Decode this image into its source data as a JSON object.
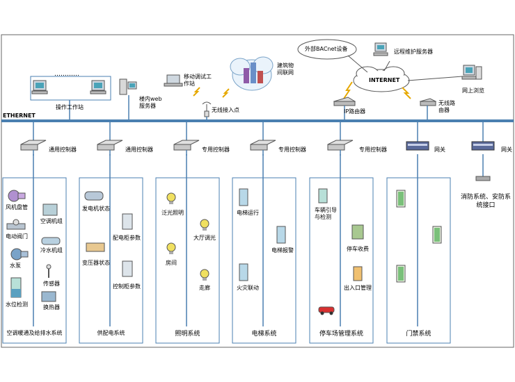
{
  "network": {
    "ethernet": "ETHERNET",
    "internet": "INTERNET",
    "bacnet": "外部BACnet设备",
    "remote_server": "远程维护服务器",
    "web_browse": "网上浏览",
    "ip_router": "IP路由器",
    "wireless_router": "无线路由器",
    "building_iot": "建筑物间联网",
    "mobile_station": "移动调试工作站",
    "wireless_ap": "无线接入点",
    "workstations": "操作工作站",
    "dots": "…………",
    "web_server": "楼内web服务器"
  },
  "controllers": {
    "general": "通用控制器",
    "special": "专用控制器",
    "gateway": "网关"
  },
  "fire_security": "消防系统、安防系统接口",
  "systems": {
    "hvac": {
      "title": "空调暖通及给排水系统",
      "items": [
        "风机盘管",
        "空调机组",
        "电动阀门",
        "冷水机组",
        "水泵",
        "传感器",
        "水位检测",
        "换热器"
      ]
    },
    "power": {
      "title": "供配电系统",
      "items": [
        "发电机状态",
        "配电柜参数",
        "变压器状态",
        "控制柜参数"
      ]
    },
    "lighting": {
      "title": "照明系统",
      "items": [
        "泛光照明",
        "大厅调光",
        "房间",
        "走廊"
      ]
    },
    "elevator": {
      "title": "电梯系统",
      "items": [
        "电梯运行",
        "电梯报警",
        "火灾联动"
      ]
    },
    "parking": {
      "title": "停车场管理系统",
      "items": [
        "车辆引导与检测",
        "停车收费",
        "出入口管理"
      ]
    },
    "access": {
      "title": "门禁系统"
    }
  }
}
